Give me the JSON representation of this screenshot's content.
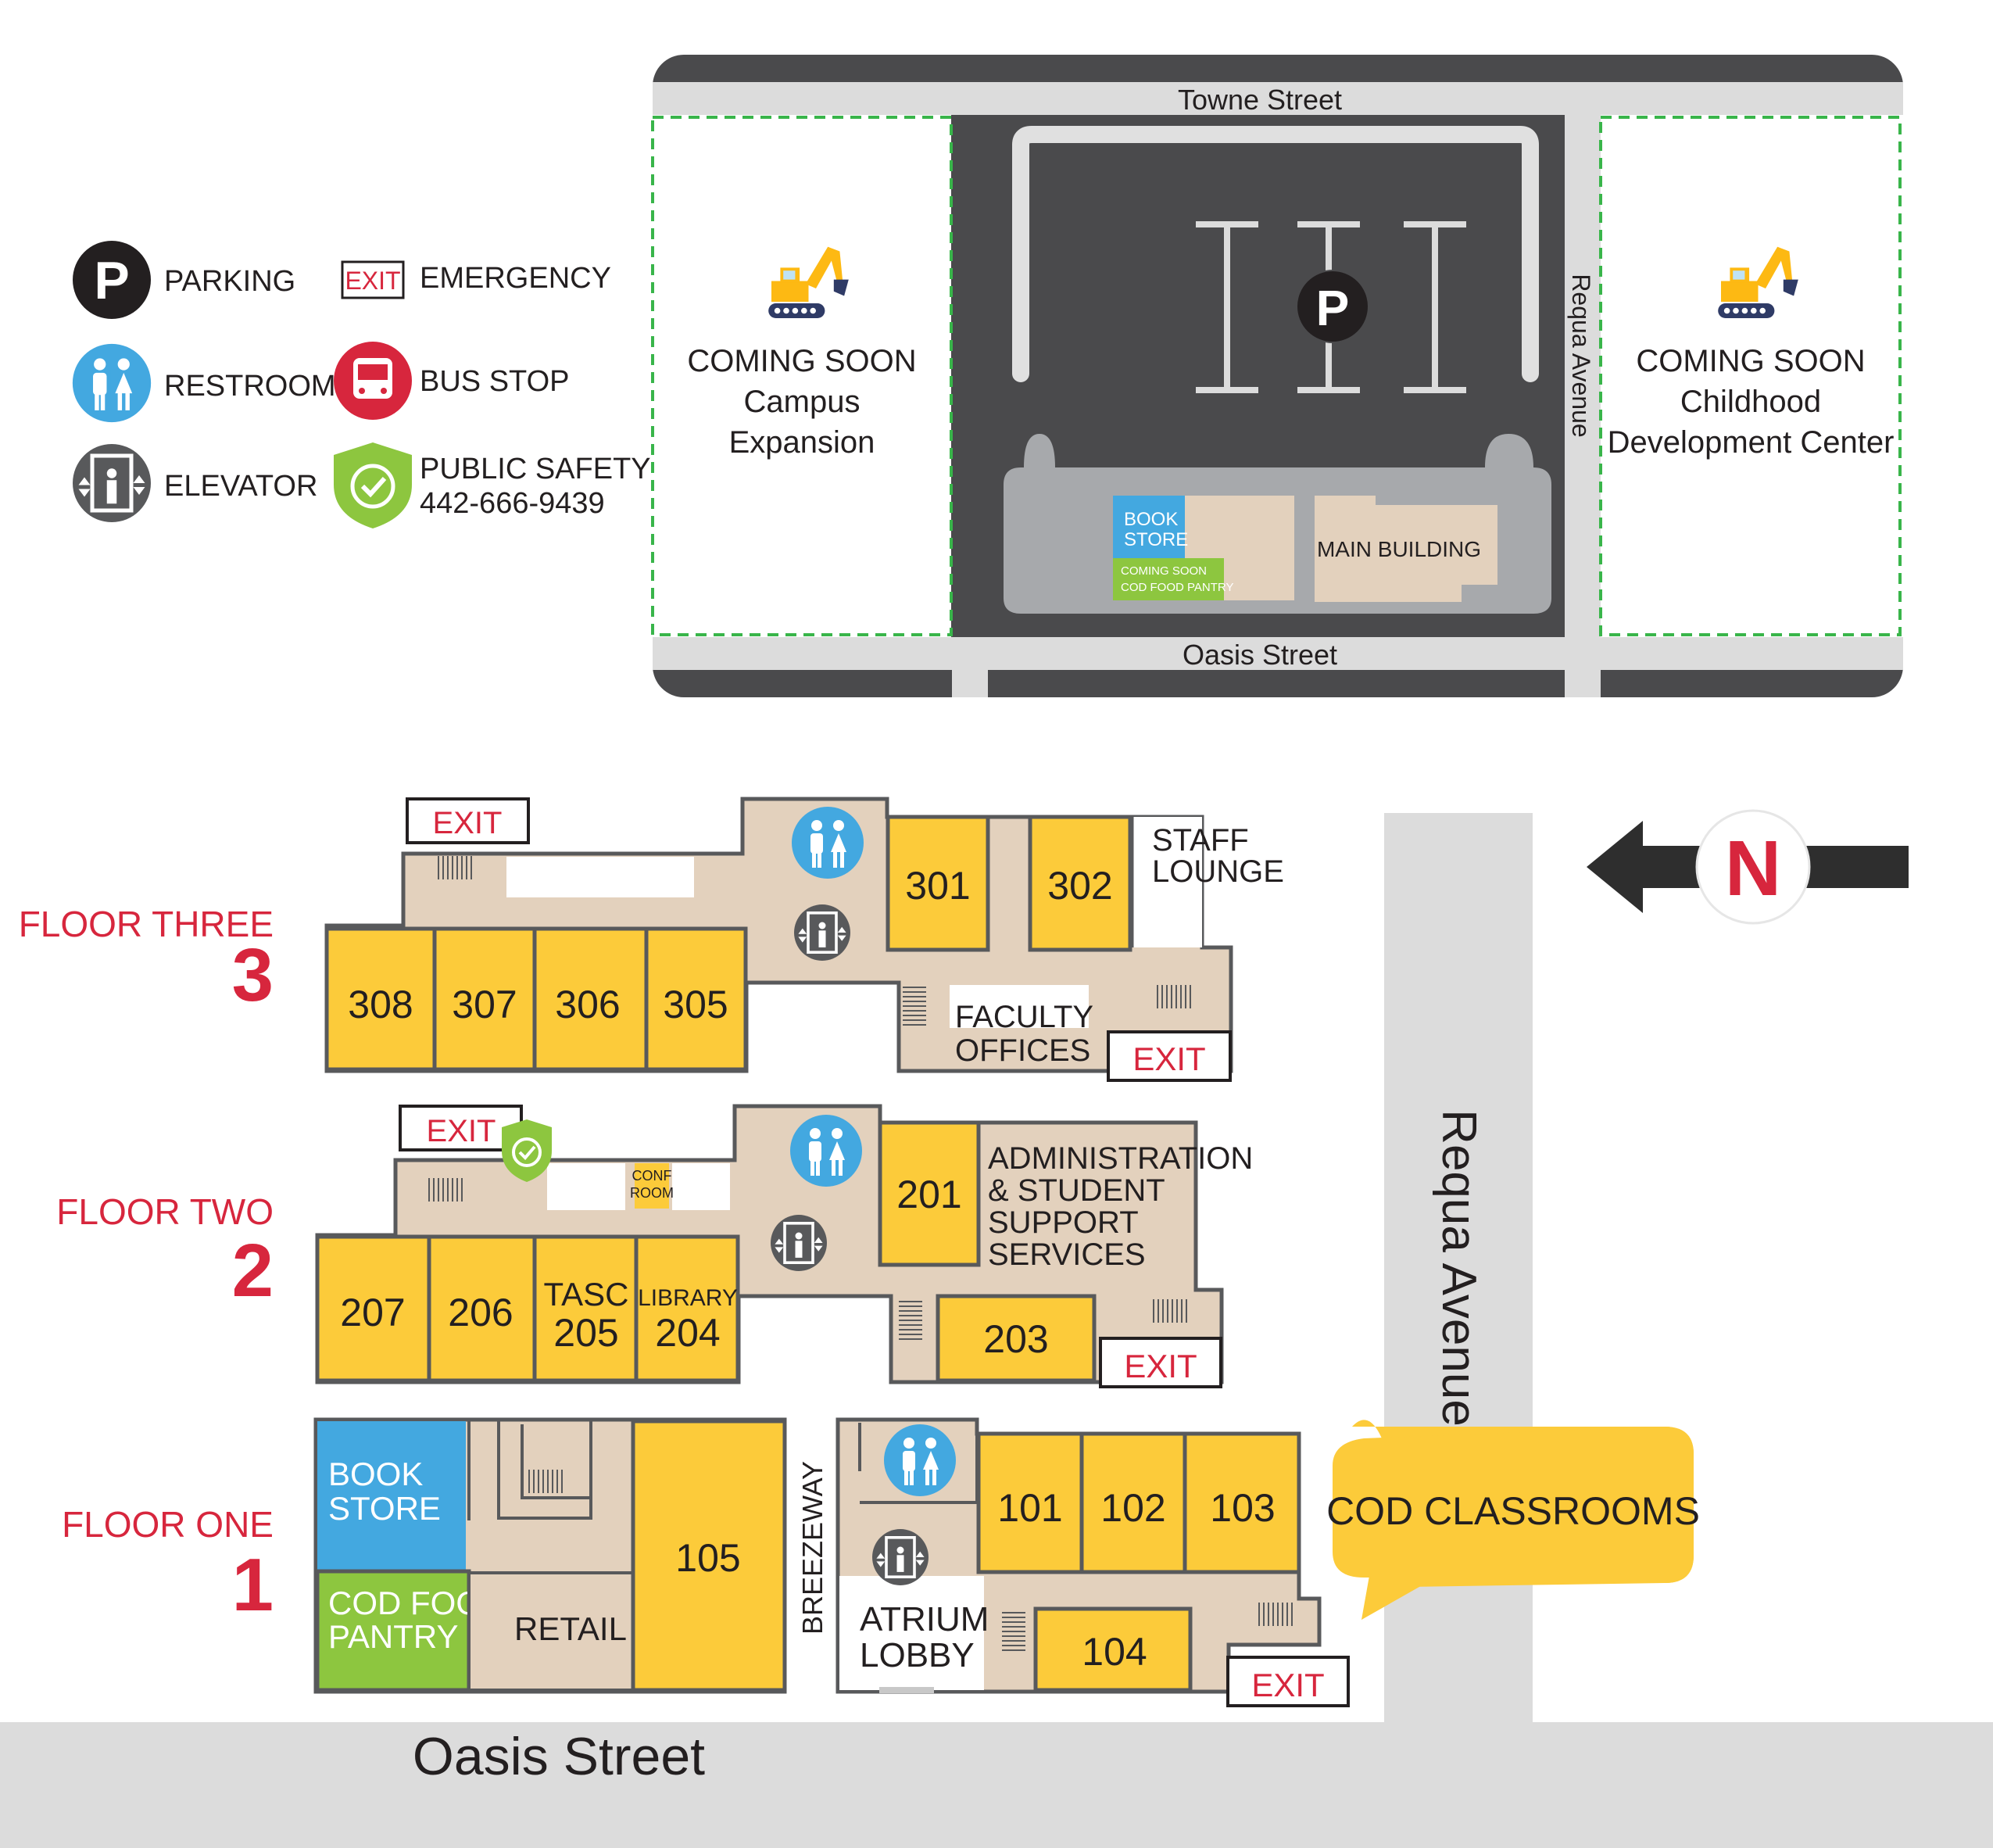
{
  "legend": {
    "parking": "PARKING",
    "parking_symbol": "P",
    "restrooms": "RESTROOMS",
    "elevator": "ELEVATOR",
    "exit_symbol": "EXIT",
    "emergency": "EMERGENCY",
    "bus_stop": "BUS STOP",
    "public_safety": "PUBLIC SAFETY",
    "public_safety_phone": "442-666-9439"
  },
  "site_map": {
    "top_street": "Towne Street",
    "bottom_street": "Oasis Street",
    "side_street": "Requa Avenue",
    "parking_symbol": "P",
    "left_lot": {
      "line1": "COMING SOON",
      "line2": "Campus",
      "line3": "Expansion"
    },
    "right_lot": {
      "line1": "COMING SOON",
      "line2": "Childhood",
      "line3": "Development Center"
    },
    "bookstore_line1": "BOOK",
    "bookstore_line2": "STORE",
    "pantry_line1": "COMING SOON",
    "pantry_line2": "COD FOOD PANTRY",
    "main_building": "MAIN BUILDING"
  },
  "floors": {
    "three": {
      "label": "FLOOR THREE",
      "number": "3",
      "rooms": [
        "308",
        "307",
        "306",
        "305",
        "301",
        "302"
      ],
      "staff_lounge": [
        "STAFF",
        "LOUNGE"
      ],
      "faculty_offices": [
        "FACULTY",
        "OFFICES"
      ],
      "exits": [
        "EXIT",
        "EXIT"
      ]
    },
    "two": {
      "label": "FLOOR TWO",
      "number": "2",
      "rooms": [
        "207",
        "206",
        "201",
        "203"
      ],
      "tasc": [
        "TASC",
        "205"
      ],
      "library": [
        "LIBRARY",
        "204"
      ],
      "conf_room": [
        "CONF",
        "ROOM"
      ],
      "admin": [
        "ADMINISTRATION",
        "& STUDENT",
        "SUPPORT",
        "SERVICES"
      ],
      "exits": [
        "EXIT",
        "EXIT"
      ]
    },
    "one": {
      "label": "FLOOR ONE",
      "number": "1",
      "rooms": [
        "105",
        "101",
        "102",
        "103",
        "104"
      ],
      "bookstore": [
        "BOOK",
        "STORE"
      ],
      "food_pantry": [
        "COD FOOD",
        "PANTRY"
      ],
      "retail": "RETAIL",
      "breezeway": "BREEZEWAY",
      "atrium": [
        "ATRIUM",
        "LOBBY"
      ],
      "exit": "EXIT"
    }
  },
  "streets": {
    "bottom": "Oasis Street",
    "side": "Requa Avenue"
  },
  "north_label": "N",
  "callout": "COD CLASSROOMS",
  "colors": {
    "room_yellow": "#fccb3a",
    "floor_tan": "#e3d1bd",
    "bookstore_blue": "#43a8e0",
    "pantry_green": "#8dc63f",
    "heading_red": "#d7263d",
    "street_gray": "#dcdcdc",
    "lot_dark": "#4a4a4c",
    "outline_gray": "#58595b"
  }
}
